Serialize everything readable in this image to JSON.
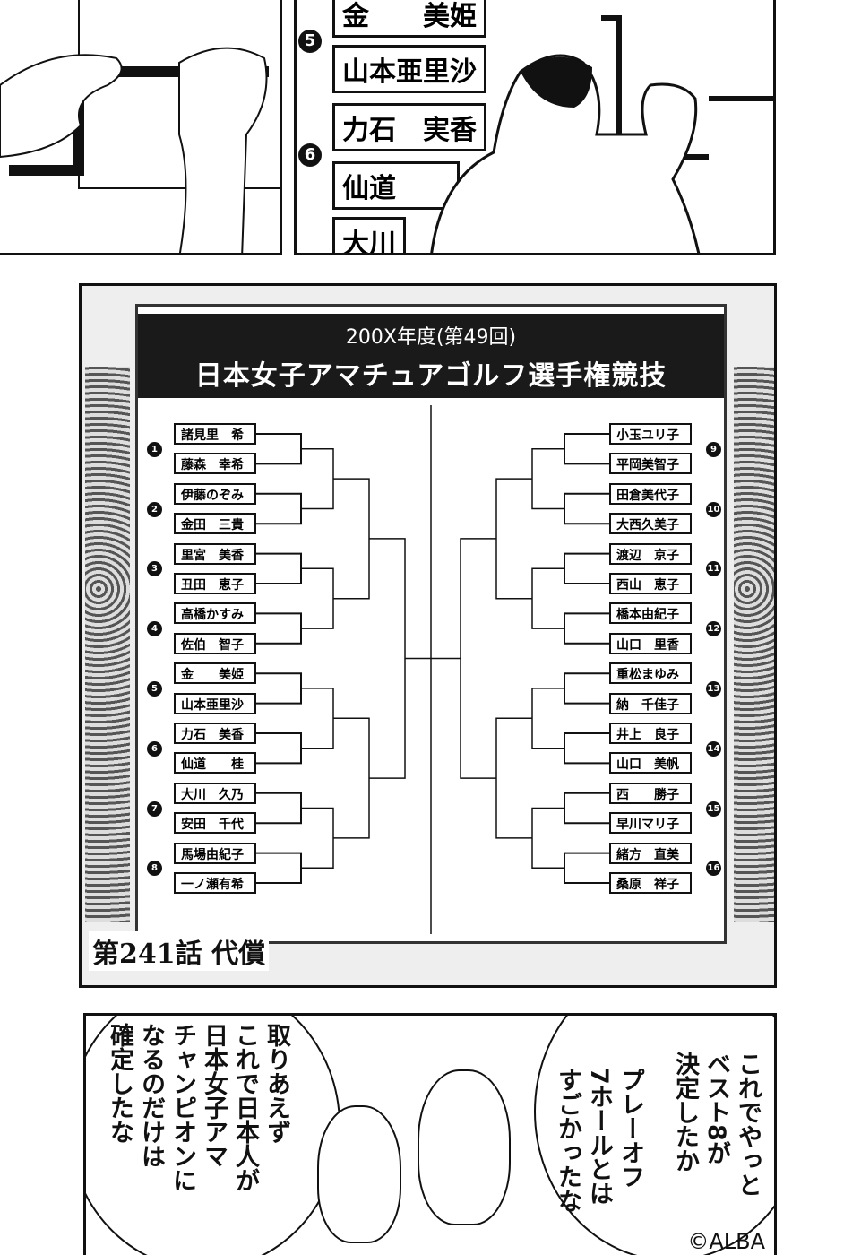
{
  "top_right_panel": {
    "name_cards": [
      "金　　美姫",
      "山本亜里沙",
      "力石　実香",
      "仙道　　",
      "大川"
    ],
    "seeds": [
      "5",
      "6"
    ]
  },
  "bracket_board": {
    "subtitle": "200X年度(第49回)",
    "title": "日本女子アマチュアゴルフ選手権競技",
    "left_players": [
      "諸見里　希",
      "藤森　幸希",
      "伊藤のぞみ",
      "金田　三貴",
      "里宮　美香",
      "丑田　恵子",
      "高橋かすみ",
      "佐伯　智子",
      "金　　美姫",
      "山本亜里沙",
      "力石　美香",
      "仙道　　桂",
      "大川　久乃",
      "安田　千代",
      "馬場由紀子",
      "一ノ瀬有希"
    ],
    "right_players": [
      "小玉ユリ子",
      "平岡美智子",
      "田倉美代子",
      "大西久美子",
      "渡辺　京子",
      "西山　恵子",
      "橋本由紀子",
      "山口　里香",
      "重松まゆみ",
      "納　千佳子",
      "井上　良子",
      "山口　美帆",
      "西　　勝子",
      "早川マリ子",
      "緒方　直美",
      "桑原　祥子"
    ],
    "left_seeds": [
      "1",
      "2",
      "3",
      "4",
      "5",
      "6",
      "7",
      "8"
    ],
    "right_seeds": [
      "9",
      "10",
      "11",
      "12",
      "13",
      "14",
      "15",
      "16"
    ]
  },
  "chapter_title": "第241話 代償",
  "dialogue": {
    "right_bubble": [
      "これでやっと",
      "ベスト8が",
      "決定したか",
      "プレーオフ",
      "7ホールとは",
      "すごかったな"
    ],
    "left_bubble": [
      "取りあえず",
      "これで日本人が",
      "日本女子アマ",
      "チャンピオンに",
      "なるのだけは",
      "確定したな"
    ]
  },
  "copyright": "©ALBA"
}
